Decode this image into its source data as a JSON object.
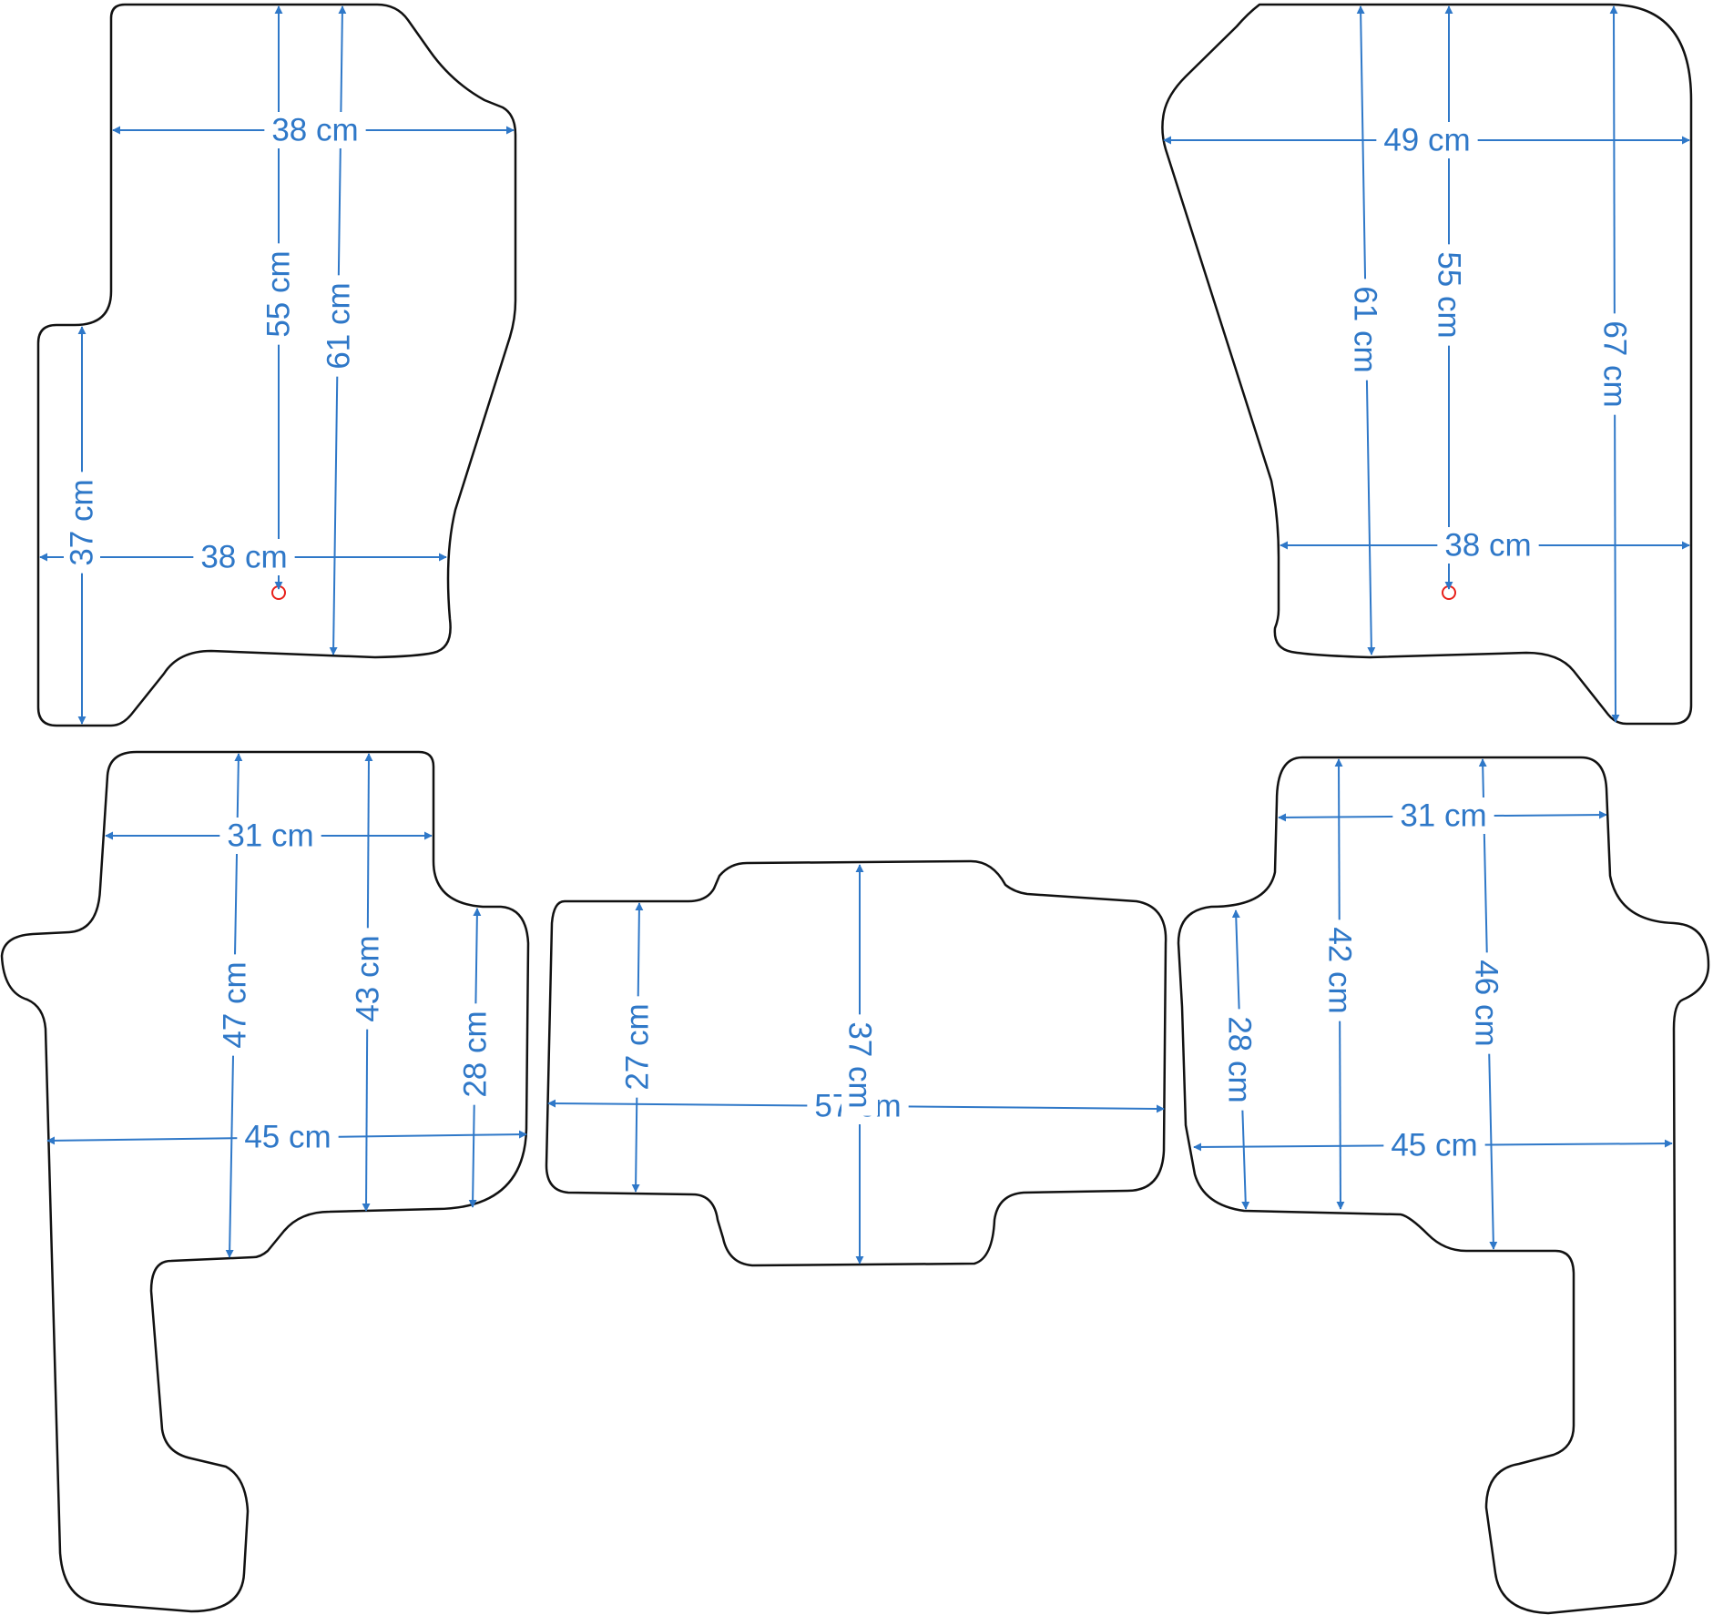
{
  "colors": {
    "outline": "#111111",
    "dimension": "#2f78c8",
    "marker": "#e8201a",
    "background": "#ffffff"
  },
  "mats": {
    "front_left": {
      "width_top": "38 cm",
      "width_bottom": "38 cm",
      "height_left": "37 cm",
      "height_center": "55 cm",
      "height_right": "61 cm"
    },
    "front_right": {
      "width_top": "49 cm",
      "width_bottom": "38 cm",
      "height_left": "61 cm",
      "height_center": "55 cm",
      "height_right": "67 cm"
    },
    "rear_left": {
      "width_top": "31 cm",
      "width_bottom": "45 cm",
      "height_a": "47 cm",
      "height_b": "43 cm",
      "height_c": "28 cm"
    },
    "rear_center": {
      "width": "57 cm",
      "height_left": "27 cm",
      "height_center": "37 cm"
    },
    "rear_right": {
      "width_top": "31 cm",
      "width_bottom": "45 cm",
      "height_a": "28 cm",
      "height_b": "42 cm",
      "height_c": "46 cm"
    }
  }
}
